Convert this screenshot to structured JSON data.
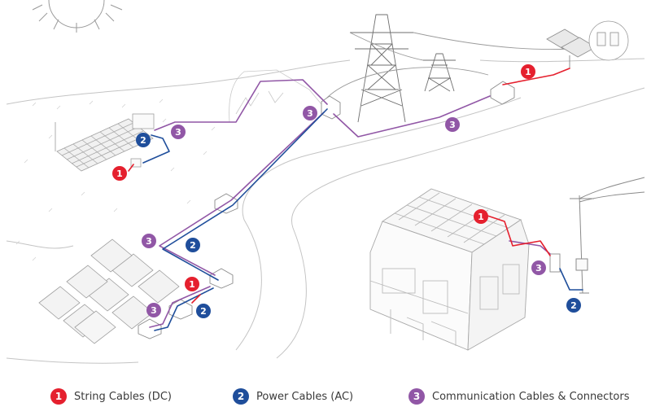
{
  "colors": {
    "string_dc": "#e5202e",
    "power_ac": "#1f4e9b",
    "communication": "#9157a6",
    "line_art": "#b9b9b9",
    "line_dark": "#8c8c8c"
  },
  "legend": [
    {
      "number": "1",
      "label": "String Cables (DC)",
      "color": "#e5202e"
    },
    {
      "number": "2",
      "label": "Power Cables (AC)",
      "color": "#1f4e9b"
    },
    {
      "number": "3",
      "label": "Communication Cables & Connectors",
      "color": "#9157a6"
    }
  ],
  "markers": [
    {
      "number": "3",
      "kind": "communication"
    },
    {
      "number": "2",
      "kind": "power_ac"
    },
    {
      "number": "1",
      "kind": "string_dc"
    },
    {
      "number": "3",
      "kind": "communication"
    },
    {
      "number": "3",
      "kind": "communication"
    },
    {
      "number": "1",
      "kind": "string_dc"
    },
    {
      "number": "3",
      "kind": "communication"
    },
    {
      "number": "2",
      "kind": "power_ac"
    },
    {
      "number": "1",
      "kind": "string_dc"
    },
    {
      "number": "3",
      "kind": "communication"
    },
    {
      "number": "2",
      "kind": "power_ac"
    },
    {
      "number": "1",
      "kind": "string_dc"
    },
    {
      "number": "3",
      "kind": "communication"
    },
    {
      "number": "2",
      "kind": "power_ac"
    }
  ]
}
